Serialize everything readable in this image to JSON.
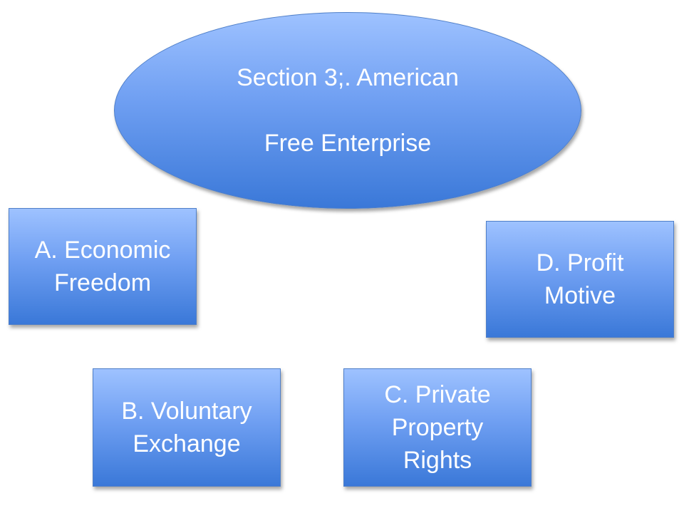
{
  "center": {
    "line1": "Section 3;.  American",
    "line2": "Free Enterprise"
  },
  "nodes": {
    "a": {
      "line1": "A.  Economic",
      "line2": "Freedom"
    },
    "b": {
      "line1": "B.  Voluntary",
      "line2": "Exchange"
    },
    "c": {
      "line1": "C.  Private",
      "line2": "Property",
      "line3": "Rights"
    },
    "d": {
      "line1": "D.  Profit",
      "line2": "Motive"
    }
  },
  "colors": {
    "fill_top": "#9ec2ff",
    "fill_bottom": "#3a78d8",
    "border": "#4f7fc8",
    "text": "#ffffff"
  }
}
